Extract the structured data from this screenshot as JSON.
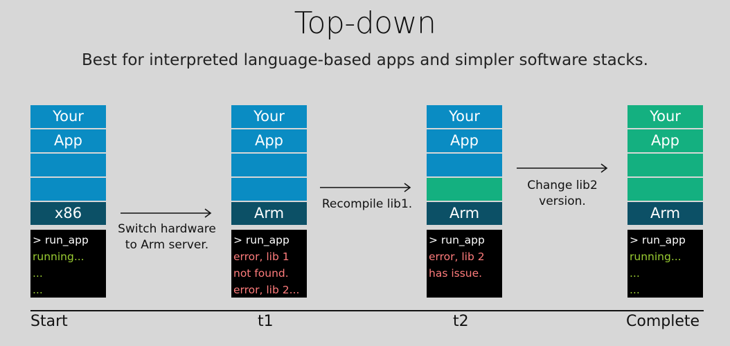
{
  "title": "Top-down",
  "subtitle": "Best for interpreted language-based apps and simpler software stacks.",
  "colors": {
    "background": "#d7d7d7",
    "app_blue": "#0a8cc3",
    "updated_green": "#14b080",
    "hardware_dark": "#0c5066",
    "terminal_bg": "#000000",
    "ok_text": "#9acd32",
    "error_text": "#ff7c7c"
  },
  "stages": [
    {
      "stack": {
        "line1": "Your",
        "line2": "App",
        "hardware": "x86"
      },
      "terminal": {
        "line1": "> run_app",
        "line2": "running...",
        "line3": "...",
        "line4": "..."
      },
      "label": "Start"
    },
    {
      "stack": {
        "line1": "Your",
        "line2": "App",
        "hardware": "Arm"
      },
      "terminal": {
        "line1": "> run_app",
        "line2": "error, lib 1",
        "line3": "not found.",
        "line4": "error, lib 2..."
      },
      "label": "t1"
    },
    {
      "stack": {
        "line1": "Your",
        "line2": "App",
        "hardware": "Arm"
      },
      "terminal": {
        "line1": "> run_app",
        "line2": "error, lib 2",
        "line3": "has issue.",
        "line4": ""
      },
      "label": "t2"
    },
    {
      "stack": {
        "line1": "Your",
        "line2": "App",
        "hardware": "Arm"
      },
      "terminal": {
        "line1": "> run_app",
        "line2": "running...",
        "line3": "...",
        "line4": "..."
      },
      "label": "Complete"
    }
  ],
  "transitions": [
    {
      "line1": "Switch hardware",
      "line2": "to Arm server."
    },
    {
      "line1": "Recompile lib1.",
      "line2": ""
    },
    {
      "line1": "Change lib2",
      "line2": "version."
    }
  ]
}
